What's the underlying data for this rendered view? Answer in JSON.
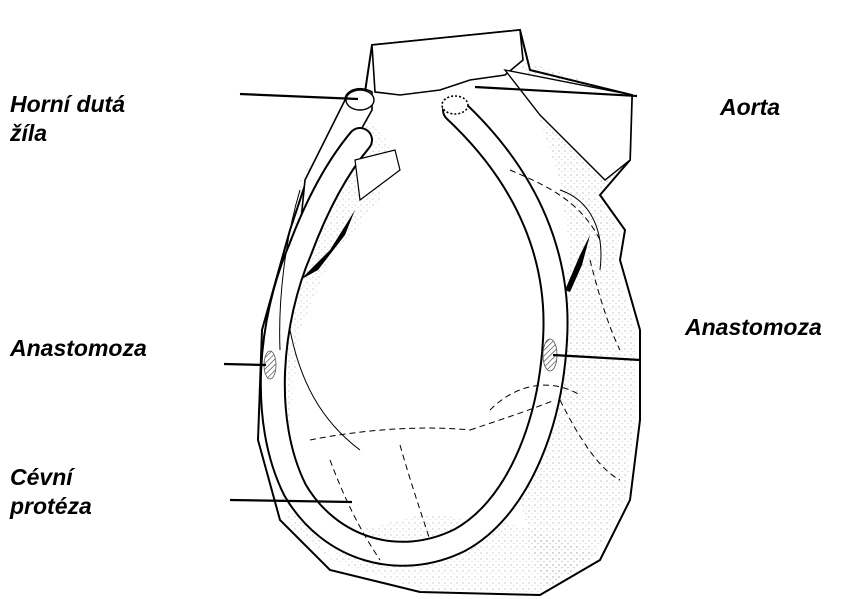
{
  "labels": {
    "horni_duta_zila": "Horní dutá\nžíla",
    "aorta": "Aorta",
    "anastomoza_left": "Anastomoza",
    "anastomoza_right": "Anastomoza",
    "cevni_proteza": "Cévní\nprotéza"
  },
  "colors": {
    "ink": "#000000",
    "shade": "#9a9a9a",
    "paper": "#ffffff"
  }
}
